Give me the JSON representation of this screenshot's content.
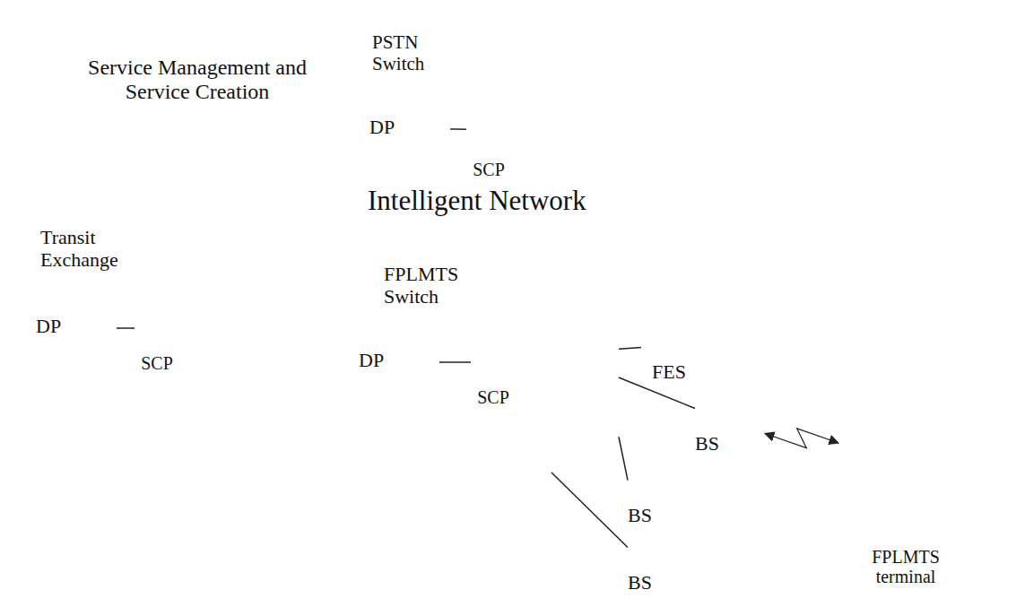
{
  "diagram": {
    "nodes": [
      {
        "text": [
          "Intelligent Network"
        ]
      },
      {
        "text": [
          "Service Management and Service Creation"
        ],
        "in": 0
      },
      {
        "text": [
          "PSTN Switch"
        ],
        "in": 0
      },
      {
        "text": [
          "DP"
        ],
        "in": 2
      },
      {
        "text": [
          "SCP"
        ],
        "in": 2
      },
      {
        "text": [
          "Transit Exchange"
        ],
        "in": 0
      },
      {
        "text": [
          "DP"
        ],
        "in": 5
      },
      {
        "text": [
          "SCP"
        ],
        "in": 5
      },
      {
        "text": [
          "FPLMTS Switch"
        ],
        "in": 0
      },
      {
        "text": [
          "DP"
        ],
        "in": 8
      },
      {
        "text": [
          "SCP"
        ],
        "in": 8
      },
      {
        "text": [
          "FES"
        ]
      },
      {
        "text": [
          "BS"
        ]
      },
      {
        "text": [
          "BS"
        ]
      },
      {
        "text": [
          "BS"
        ]
      },
      {
        "text": [
          "FPLMTS terminal"
        ]
      }
    ],
    "edges": [
      {
        "from": 3,
        "to": 4,
        "arrow": "none"
      },
      {
        "from": 6,
        "to": 7,
        "arrow": "none"
      },
      {
        "from": 9,
        "to": 10,
        "arrow": "none"
      },
      {
        "from": 8,
        "to": 11,
        "arrow": "none"
      },
      {
        "from": 8,
        "to": 12,
        "arrow": "none"
      },
      {
        "from": 8,
        "to": 13,
        "arrow": "none"
      },
      {
        "from": 8,
        "to": 14,
        "arrow": "none"
      },
      {
        "from": 12,
        "to": 15,
        "arrow": "both"
      }
    ]
  }
}
